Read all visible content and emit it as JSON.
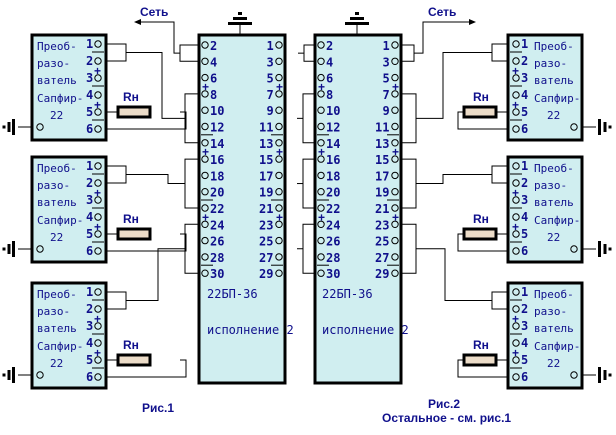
{
  "colors": {
    "box_fill": "#d0eef0",
    "text": "#10108c",
    "resistor_fill": "#ecdcc8",
    "line": "#000000"
  },
  "labels": {
    "network": "Сеть",
    "resistor": "Rн",
    "converter_lines": [
      "Преоб-",
      "разо-",
      "ватель",
      "Сапфир-",
      "22"
    ],
    "barrier_name": "22БП-36",
    "barrier_version": "исполнение 2",
    "fig1": "Рис.1",
    "fig2": "Рис.2",
    "fig2_note": "Остальное - см. рис.1"
  },
  "converter": {
    "pins": [
      "1",
      "2",
      "3",
      "4",
      "5",
      "6"
    ],
    "plus_before_pins": [
      "3",
      "5"
    ],
    "minus_before_pins": [
      "2",
      "4",
      "6"
    ]
  },
  "barrier": {
    "left_pins": [
      "2",
      "4",
      "6",
      "8",
      "10",
      "12",
      "14",
      "16",
      "18",
      "20",
      "22",
      "24",
      "26",
      "28",
      "30"
    ],
    "right_pins": [
      "1",
      "3",
      "5",
      "7",
      "9",
      "11",
      "13",
      "15",
      "17",
      "19",
      "21",
      "23",
      "25",
      "27",
      "29"
    ],
    "plus_before_pins": [
      "8",
      "16",
      "24",
      "7",
      "15",
      "23"
    ],
    "minus_before_pins": [
      "14",
      "22",
      "30",
      "13",
      "21",
      "29"
    ]
  },
  "figures": [
    {
      "id": "fig1",
      "converters": 3,
      "network_side": "left"
    },
    {
      "id": "fig2",
      "converters": 3,
      "network_side": "right"
    }
  ]
}
